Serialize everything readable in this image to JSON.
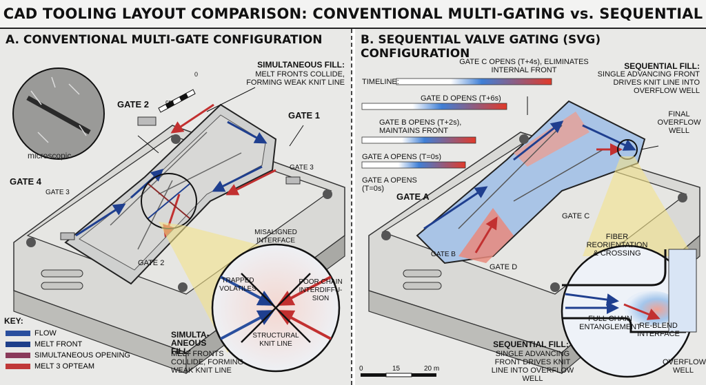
{
  "title": "CAD TOOLING LAYOUT COMPARISON: CONVENTIONAL MULTI-GATING vs. SEQUENTIAL VALVE GATING (SVG)",
  "panel_a": {
    "heading": "A. CONVENTIONAL MULTI-GATE CONFIGURATION",
    "microscopic": "microscopic",
    "scale_unit": "cm",
    "scale_zero": "0",
    "callout_top": "SIMULTANEOUS FILL:",
    "callout_top_body": "MELT FRONTS COLLIDE, FORMING WEAK KNIT LINE",
    "gate1": "GATE 1",
    "gate2": "GATE 2",
    "gate2_b": "GATE 2",
    "gate3": "GATE 3",
    "gate3_b": "GATE 3",
    "gate4": "GATE 4",
    "zoom_top": "MISALIGNED INTERFACE",
    "zoom_left": "TRAPPED VOLATILES",
    "zoom_right": "POOR CHAIN INTERDIFFU-SION",
    "zoom_bottom": "STRUCTURAL KNIT LINE",
    "bottom_callout_head": "SIMULTA-ANEOUS FILL:",
    "bottom_callout_body": "MELT FRONTS COLLIDE, FORMING WEAK KNIT LINE",
    "key_title": "KEY:",
    "key": [
      {
        "label": "FLOW",
        "color": "#2a4f9e"
      },
      {
        "label": "MELT FRONT",
        "color": "#1e3f8a"
      },
      {
        "label": "SIMULTANEOUS OPENING",
        "color": "#8a3a5a"
      },
      {
        "label": "MELT 3 OPTEAM",
        "color": "#c03838"
      }
    ]
  },
  "panel_b": {
    "heading": "B. SEQUENTIAL VALVE GATING (SVG) CONFIGURATION",
    "timeline": "TIMELINE:",
    "gate_c": "GATE C OPENS (T+4s), ELIMINATES INTERNAL FRONT",
    "gate_d": "GATE D OPENS (T+6s)",
    "gate_b": "GATE B OPENS (T+2s), MAINTAINS FRONT",
    "gate_a": "GATE A OPENS (T=0s)",
    "gate_a2": "GATE A OPENS (T=0s)",
    "seq_head": "SEQUENTIAL FILL:",
    "seq_body": "SINGLE ADVANCING FRONT DRIVES KNIT LINE INTO OVERFLOW WELL",
    "final_well": "FINAL OVERFLOW WELL",
    "gate_a_lbl": "GATE A",
    "gate_b_lbl": "GATE B",
    "gate_c_lbl": "GATE C",
    "gate_d_lbl": "GATE D",
    "fiber": "FIBER REORIENTATION & CROSSING",
    "entangle": "FULL CHAIN ENTANGLEMENT",
    "reblend": "RE-BLEND INTERFACE",
    "overflow": "OVERFLOW WELL",
    "bottom_head": "SEQUENTIAL FILL:",
    "bottom_body": "SINGLE ADVANCING FRONT DRIVES KNIT LINE INTO OVERFLOW WELL",
    "scale_0": "0",
    "scale_15": "15",
    "scale_20": "20 m"
  }
}
